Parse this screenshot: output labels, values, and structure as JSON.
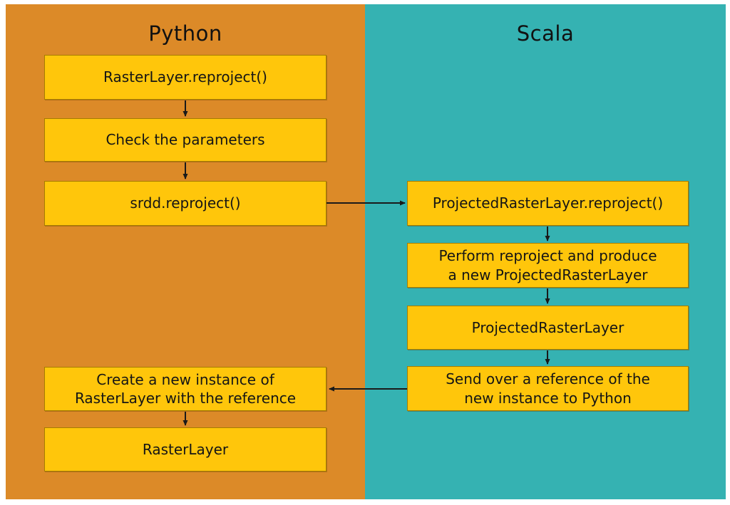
{
  "diagram": {
    "colors": {
      "python_panel": "#dc8a28",
      "scala_panel": "#35b2b2",
      "node_fill": "#ffc60b",
      "node_border": "#a67c00",
      "arrow": "#1a1a1a",
      "text": "#151515",
      "page_background": "#ffffff"
    },
    "python": {
      "title": "Python",
      "boxes": [
        {
          "label": "RasterLayer.reproject()"
        },
        {
          "label": "Check the parameters"
        },
        {
          "label": "srdd.reproject()"
        },
        {
          "label": "Create a new instance of\nRasterLayer with the reference"
        },
        {
          "label": "RasterLayer"
        }
      ]
    },
    "scala": {
      "title": "Scala",
      "boxes": [
        {
          "label": "ProjectedRasterLayer.reproject()"
        },
        {
          "label": "Perform reproject and produce\na new ProjectedRasterLayer"
        },
        {
          "label": "ProjectedRasterLayer"
        },
        {
          "label": "Send over a reference of the\nnew instance to Python"
        }
      ]
    },
    "flow_edges": [
      "RasterLayer.reproject() -> Check the parameters",
      "Check the parameters -> srdd.reproject()",
      "srdd.reproject() -> ProjectedRasterLayer.reproject()",
      "ProjectedRasterLayer.reproject() -> Perform reproject and produce a new ProjectedRasterLayer",
      "Perform reproject and produce a new ProjectedRasterLayer -> ProjectedRasterLayer",
      "ProjectedRasterLayer -> Send over a reference of the new instance to Python",
      "Send over a reference of the new instance to Python -> Create a new instance of RasterLayer with the reference",
      "Create a new instance of RasterLayer with the reference -> RasterLayer"
    ]
  }
}
